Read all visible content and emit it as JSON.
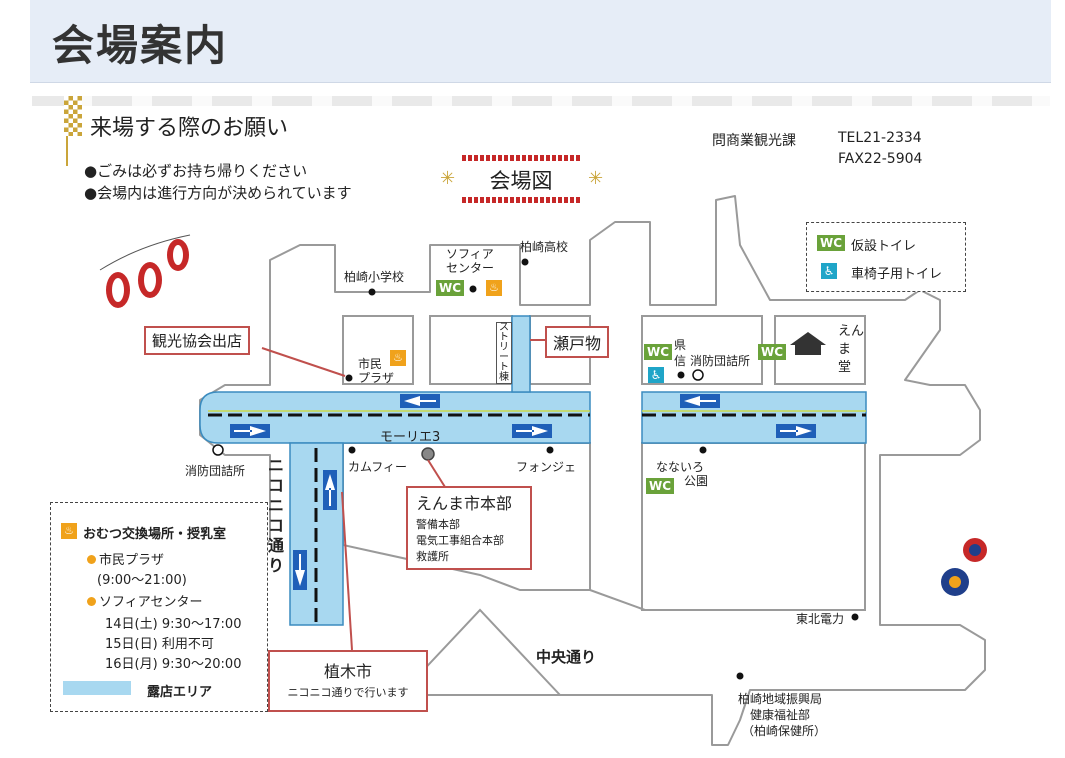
{
  "header": {
    "title": "会場案内"
  },
  "notice": {
    "title": "来場する際のお願い",
    "items": [
      "●ごみは必ずお持ち帰りください",
      "●会場内は進行方向が決められています"
    ]
  },
  "contact": {
    "org": "問商業観光課",
    "tel": "TEL21-2334",
    "fax": "FAX22-5904"
  },
  "map_title": "会場図",
  "toilet_legend": {
    "wc_badge": "WC",
    "wc_label": "仮設トイレ",
    "accessible_label": "車椅子用トイレ"
  },
  "places": {
    "elementary": "柏崎小学校",
    "sofia_1": "ソフィア",
    "sofia_2": "センター",
    "high_school": "柏崎高校",
    "street_stage": "ストリート",
    "stage_suffix": "棟",
    "plaza_1": "市民",
    "plaza_2": "プラザ",
    "pref_1": "県",
    "pref_2": "信",
    "fire_station_east": "消防団詰所",
    "enmado_1": "えん",
    "enmado_2": "ま",
    "enmado_3": "堂",
    "fire_station_west": "消防団詰所",
    "mall": "モーリエ3",
    "camfy": "カムフィー",
    "fonje": "フォンジェ",
    "nanairo_1": "なないろ",
    "nanairo_2": "公園",
    "tohoku": "東北電力",
    "central_street": "中央通り",
    "niconico_1": "ニ",
    "niconico_2": "コ",
    "niconico_3": "ニ",
    "niconico_4": "コ",
    "niconico_5": "通",
    "niconico_6": "り",
    "kenko_1": "柏崎地域振興局",
    "kenko_2": "健康福祉部",
    "kenko_3": "（柏崎保健所）"
  },
  "callouts": {
    "tourism": "観光協会出店",
    "setomono": "瀬戸物",
    "hq_title": "えんま市本部",
    "hq_lines": [
      "警備本部",
      "電気工事組合本部",
      "救護所"
    ],
    "ueki_title": "植木市",
    "ueki_sub": "ニコニコ通りで行います"
  },
  "nursing_legend": {
    "title": "おむつ交換場所・授乳室",
    "plaza": "市民プラザ",
    "plaza_hours": "(9:00～21:00)",
    "sofia": "ソフィアセンター",
    "d14": "14日(土) 9:30～17:00",
    "d15": "15日(日) 利用不可",
    "d16": "16日(月) 9:30～20:00",
    "stall_area": "露店エリア"
  },
  "icons": {
    "wc": "wc-icon",
    "accessible": "wheelchair-icon",
    "nursing": "nursing-room-icon",
    "arrow": "one-way-arrow-icon",
    "lantern": "lantern-icon",
    "shrine": "enmado-shrine-icon"
  },
  "colors": {
    "stall_area": "#a8d8f0",
    "callout_border": "#c0504d",
    "wc": "#6aa23a",
    "accessible": "#1fa5c8",
    "nursing": "#f0a21b",
    "arrow_blue": "#1f5fb8"
  }
}
